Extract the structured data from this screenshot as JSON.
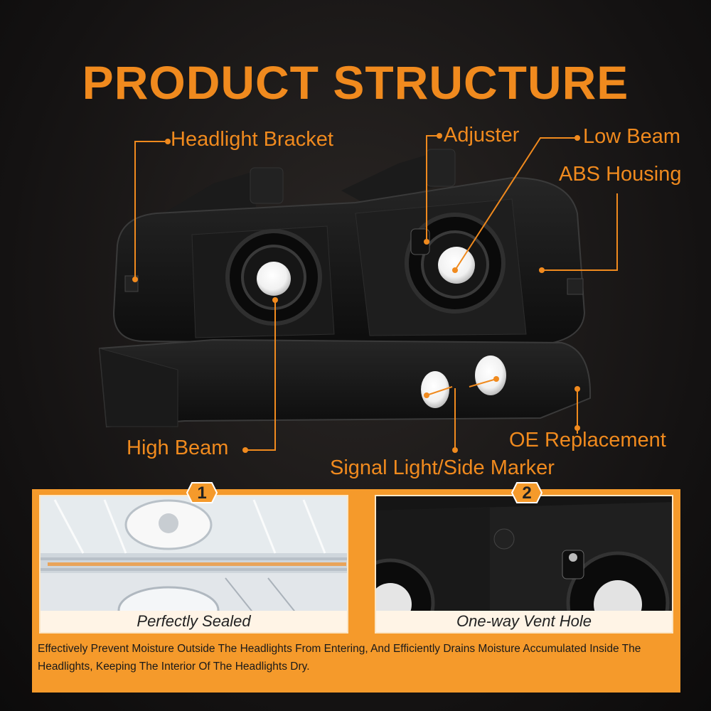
{
  "title": "PRODUCT STRUCTURE",
  "colors": {
    "accent": "#f08a1e",
    "panel": "#f59a2b",
    "background": "#141212"
  },
  "callouts": {
    "headlight_bracket": "Headlight Bracket",
    "adjuster": "Adjuster",
    "low_beam": "Low Beam",
    "abs_housing": "ABS Housing",
    "high_beam": "High Beam",
    "oe_replacement": "OE Replacement",
    "signal_light": "Signal Light/Side Marker"
  },
  "features": [
    {
      "number": "1",
      "caption": "Perfectly Sealed"
    },
    {
      "number": "2",
      "caption": "One-way Vent Hole"
    }
  ],
  "description": "Effectively Prevent Moisture Outside The Headlights From Entering, And Efficiently Drains Moisture Accumulated Inside The Headlights, Keeping The Interior Of The Headlights Dry."
}
